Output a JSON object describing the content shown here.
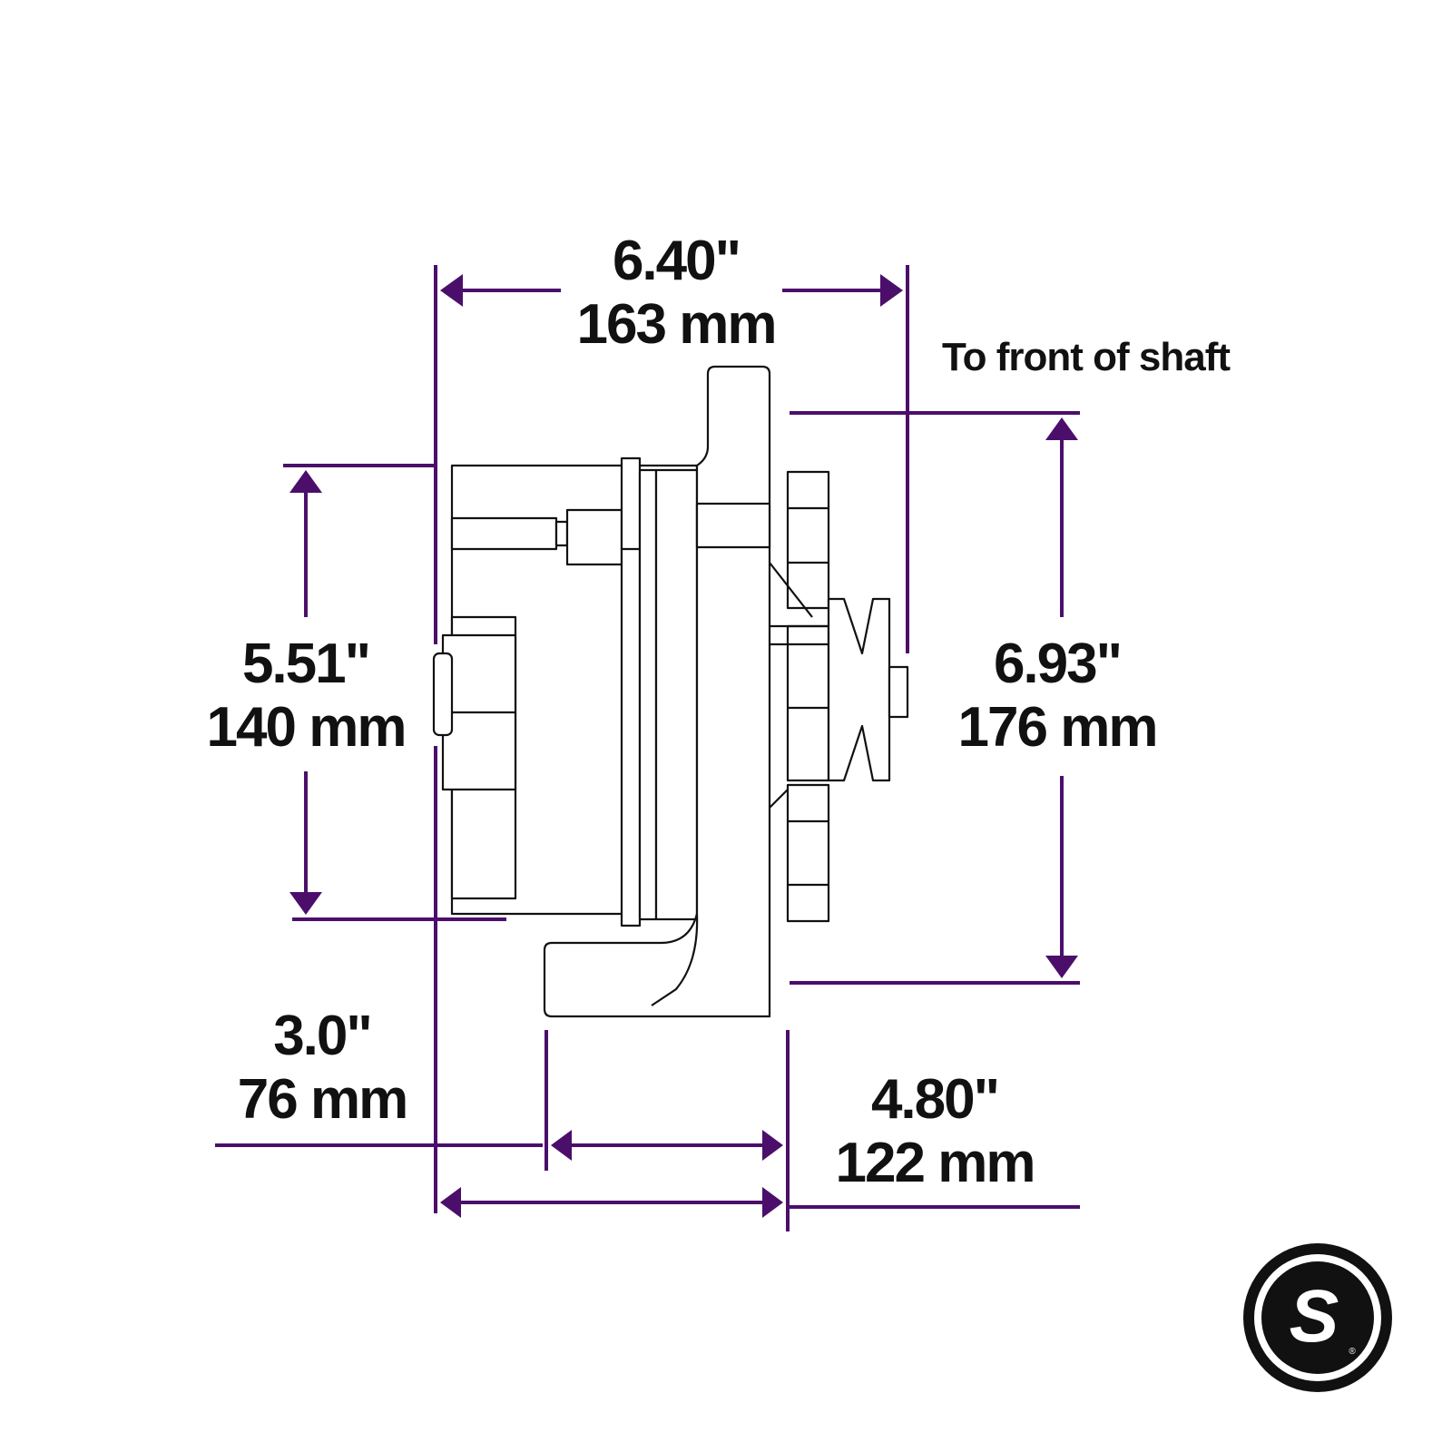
{
  "dimensions": {
    "overall_length": {
      "inches": "6.40\"",
      "mm": "163 mm"
    },
    "body_height": {
      "inches": "5.51\"",
      "mm": "140 mm"
    },
    "overall_height": {
      "inches": "6.93\"",
      "mm": "176 mm"
    },
    "rear_to_mount": {
      "inches": "3.0\"",
      "mm": "76 mm"
    },
    "rear_to_front_face": {
      "inches": "4.80\"",
      "mm": "122 mm"
    }
  },
  "notes": {
    "shaft_note": "To front of shaft"
  },
  "logo": {
    "letter": "S",
    "registered": "®"
  },
  "colors": {
    "dimension_line": "#4b0f6b",
    "outline": "#111111",
    "background": "#ffffff"
  }
}
